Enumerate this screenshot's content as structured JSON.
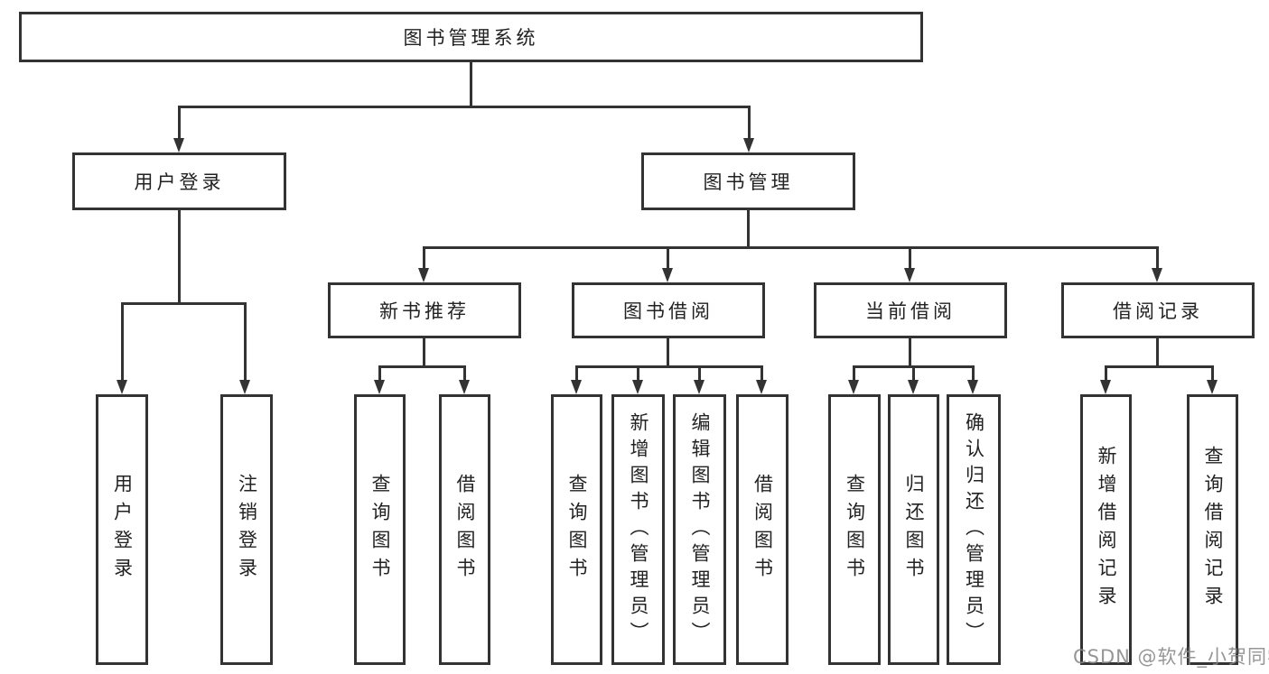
{
  "colors": {
    "line": "#333333",
    "text": "#222222",
    "background": "#ffffff",
    "watermark": "#878787"
  },
  "watermark": {
    "text": "CSDN @软件_小贺同学"
  },
  "tree": {
    "root": {
      "label": "图书管理系统"
    },
    "children": [
      {
        "label": "用户登录",
        "children": [
          {
            "label": "用户登录"
          },
          {
            "label": "注销登录"
          }
        ]
      },
      {
        "label": "图书管理",
        "children": [
          {
            "label": "新书推荐",
            "children": [
              {
                "label": "查询图书"
              },
              {
                "label": "借阅图书"
              }
            ]
          },
          {
            "label": "图书借阅",
            "children": [
              {
                "label": "查询图书"
              },
              {
                "label": "新增图书（管理员）"
              },
              {
                "label": "编辑图书（管理员）"
              },
              {
                "label": "借阅图书"
              }
            ]
          },
          {
            "label": "当前借阅",
            "children": [
              {
                "label": "查询图书"
              },
              {
                "label": "归还图书"
              },
              {
                "label": "确认归还（管理员）"
              }
            ]
          },
          {
            "label": "借阅记录",
            "children": [
              {
                "label": "新增借阅记录"
              },
              {
                "label": "查询借阅记录"
              }
            ]
          }
        ]
      }
    ]
  }
}
